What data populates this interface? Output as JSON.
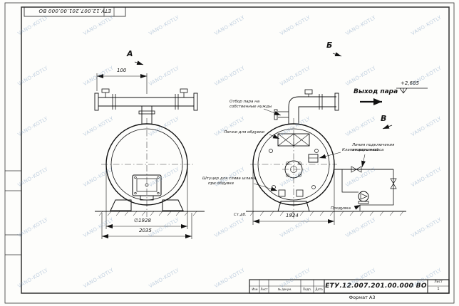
{
  "watermark": "VANO-KOTLY",
  "frame": {
    "stamp_top": "ЕТУ.12.007.201.00.000  ВО",
    "format_label": "Формат А3"
  },
  "title_block": {
    "doc_number": "ЕТУ.12.007.201.00.000  ВО",
    "columns": [
      "Изм",
      "Лист",
      "№ докум.",
      "Подп.",
      "Дата"
    ],
    "sheet_label": "Лист",
    "sheet_value": "1"
  },
  "views": {
    "a": "А",
    "b": "Б",
    "v": "В"
  },
  "dims": {
    "d100": "100",
    "d1928": "∅1928",
    "d2035": "2035",
    "d1924": "1924",
    "elevation": "+2,685",
    "ground_note": "Ст.дб."
  },
  "annotations": {
    "steam_out": "Выход пара",
    "own_needs_1": "Отбор пара на",
    "own_needs_2": "собственные нужды",
    "hatches": "Лючки для обдувки",
    "explosion_valve": "Клапан взрывной",
    "pump_line_1": "Линия подключения",
    "pump_line_2": "второго насоса",
    "sludge_1": "Штуцер для слива шлама",
    "sludge_2": "при обдувке",
    "blowdown": "Продувка"
  }
}
